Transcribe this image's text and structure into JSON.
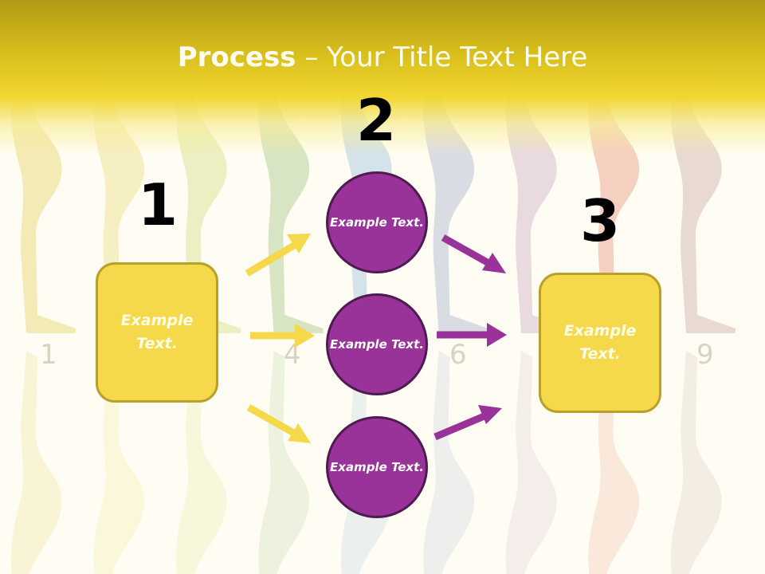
{
  "slide": {
    "title_bold": "Process",
    "title_rest": " – Your Title Text Here"
  },
  "background": {
    "numerals": [
      "1",
      "4",
      "6",
      "9"
    ],
    "silhouette_colors": [
      "#efe3a0",
      "#f3eab0",
      "#e4eab0",
      "#c9dcb4",
      "#c6d8e6",
      "#cdd0df",
      "#e0cdd8",
      "#f2c0b0",
      "#e0cdc8"
    ]
  },
  "steps": [
    {
      "number": "1",
      "items": [
        {
          "label": "Example Text."
        }
      ]
    },
    {
      "number": "2",
      "items": [
        {
          "label": "Example Text."
        },
        {
          "label": "Example Text."
        },
        {
          "label": "Example Text."
        }
      ]
    },
    {
      "number": "3",
      "items": [
        {
          "label": "Example Text."
        }
      ]
    }
  ],
  "colors": {
    "header": "#e9cc1f",
    "yellow_box": "#f5d94a",
    "yellow_border": "#b8a02a",
    "purple": "#993399",
    "purple_border": "#4f1a4f",
    "yellow_arrow": "#f5d94a",
    "purple_arrow": "#993399"
  }
}
